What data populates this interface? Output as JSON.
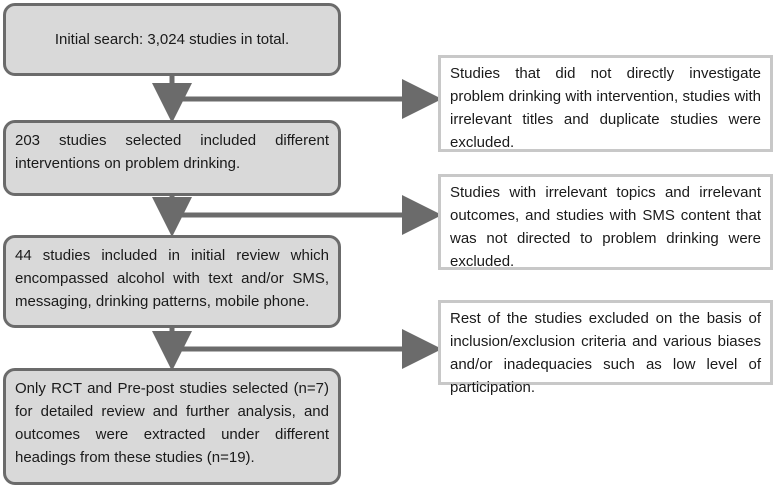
{
  "stages": [
    {
      "text": "Initial search: 3,024 studies in total."
    },
    {
      "text": "203 studies selected included different interventions on problem drinking."
    },
    {
      "text": "44 studies included in initial review which encompassed alcohol with text and/or SMS, messaging, drinking patterns, mobile phone."
    },
    {
      "text": "Only RCT and Pre-post studies selected (n=7) for detailed review and further analysis, and outcomes were extracted under different headings from these studies (n=19)."
    }
  ],
  "exclusions": [
    {
      "text": "Studies that did not directly investigate problem drinking with intervention, studies with irrelevant titles and duplicate studies were excluded."
    },
    {
      "text": "Studies with irrelevant topics and irrelevant outcomes, and studies with SMS content that was not directed to problem drinking were excluded."
    },
    {
      "text": "Rest of the studies excluded on the basis of inclusion/exclusion criteria and various biases and/or inadequacies such as low level of participation."
    }
  ],
  "colors": {
    "stage_fill": "#d9d9d9",
    "stage_border": "#6b6b6b",
    "exclusion_border": "#c8c8c8",
    "connector": "#6b6b6b"
  }
}
